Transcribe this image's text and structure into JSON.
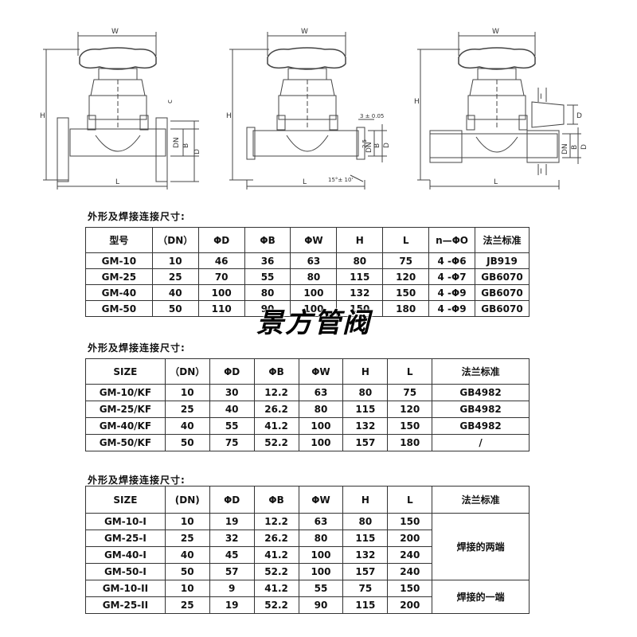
{
  "drawings": {
    "labels": {
      "w": "W",
      "h": "H",
      "l": "L",
      "dn": "DN",
      "b": "B",
      "d": "D",
      "i": "I",
      "c": "c",
      "tol_a": "3 ± 0.05",
      "dim_25": "2.5",
      "angle": "15°± 10'"
    }
  },
  "tables": [
    {
      "caption": "外形及焊接连接尺寸:",
      "headers": [
        "型号",
        "（DN）",
        "ΦD",
        "ΦB",
        "ΦW",
        "H",
        "L",
        "n—ΦO",
        "法兰标准"
      ],
      "rows": [
        [
          "GM-10",
          "10",
          "46",
          "36",
          "63",
          "80",
          "75",
          "4 -Φ6",
          "JB919"
        ],
        [
          "GM-25",
          "25",
          "70",
          "55",
          "80",
          "115",
          "120",
          "4 -Φ7",
          "GB6070"
        ],
        [
          "GM-40",
          "40",
          "100",
          "80",
          "100",
          "132",
          "150",
          "4 -Φ9",
          "GB6070"
        ],
        [
          "GM-50",
          "50",
          "110",
          "90",
          "100",
          "150",
          "180",
          "4 -Φ9",
          "GB6070"
        ]
      ]
    },
    {
      "caption": "外形及焊接连接尺寸:",
      "headers": [
        "SIZE",
        "（DN）",
        "ΦD",
        "ΦB",
        "ΦW",
        "H",
        "L",
        "法兰标准"
      ],
      "rows": [
        [
          "GM-10/KF",
          "10",
          "30",
          "12.2",
          "63",
          "80",
          "75",
          "GB4982"
        ],
        [
          "GM-25/KF",
          "25",
          "40",
          "26.2",
          "80",
          "115",
          "120",
          "GB4982"
        ],
        [
          "GM-40/KF",
          "40",
          "55",
          "41.2",
          "100",
          "132",
          "150",
          "GB4982"
        ],
        [
          "GM-50/KF",
          "50",
          "75",
          "52.2",
          "100",
          "157",
          "180",
          "/"
        ]
      ]
    },
    {
      "caption": "外形及焊接连接尺寸:",
      "headers": [
        "SIZE",
        "(DN)",
        "ΦD",
        "ΦB",
        "ΦW",
        "H",
        "L",
        "法兰标准"
      ],
      "rows": [
        [
          "GM-10-I",
          "10",
          "19",
          "12.2",
          "63",
          "80",
          "150"
        ],
        [
          "GM-25-I",
          "25",
          "32",
          "26.2",
          "80",
          "115",
          "200"
        ],
        [
          "GM-40-I",
          "40",
          "45",
          "41.2",
          "100",
          "132",
          "240"
        ],
        [
          "GM-50-I",
          "50",
          "57",
          "52.2",
          "100",
          "157",
          "240"
        ],
        [
          "GM-10-II",
          "10",
          "9",
          "41.2",
          "55",
          "75",
          "150"
        ],
        [
          "GM-25-II",
          "25",
          "19",
          "52.2",
          "90",
          "115",
          "200"
        ]
      ],
      "merged_notes": [
        "焊接的两端",
        "焊接的一端"
      ]
    }
  ],
  "watermark": "景方管阀"
}
